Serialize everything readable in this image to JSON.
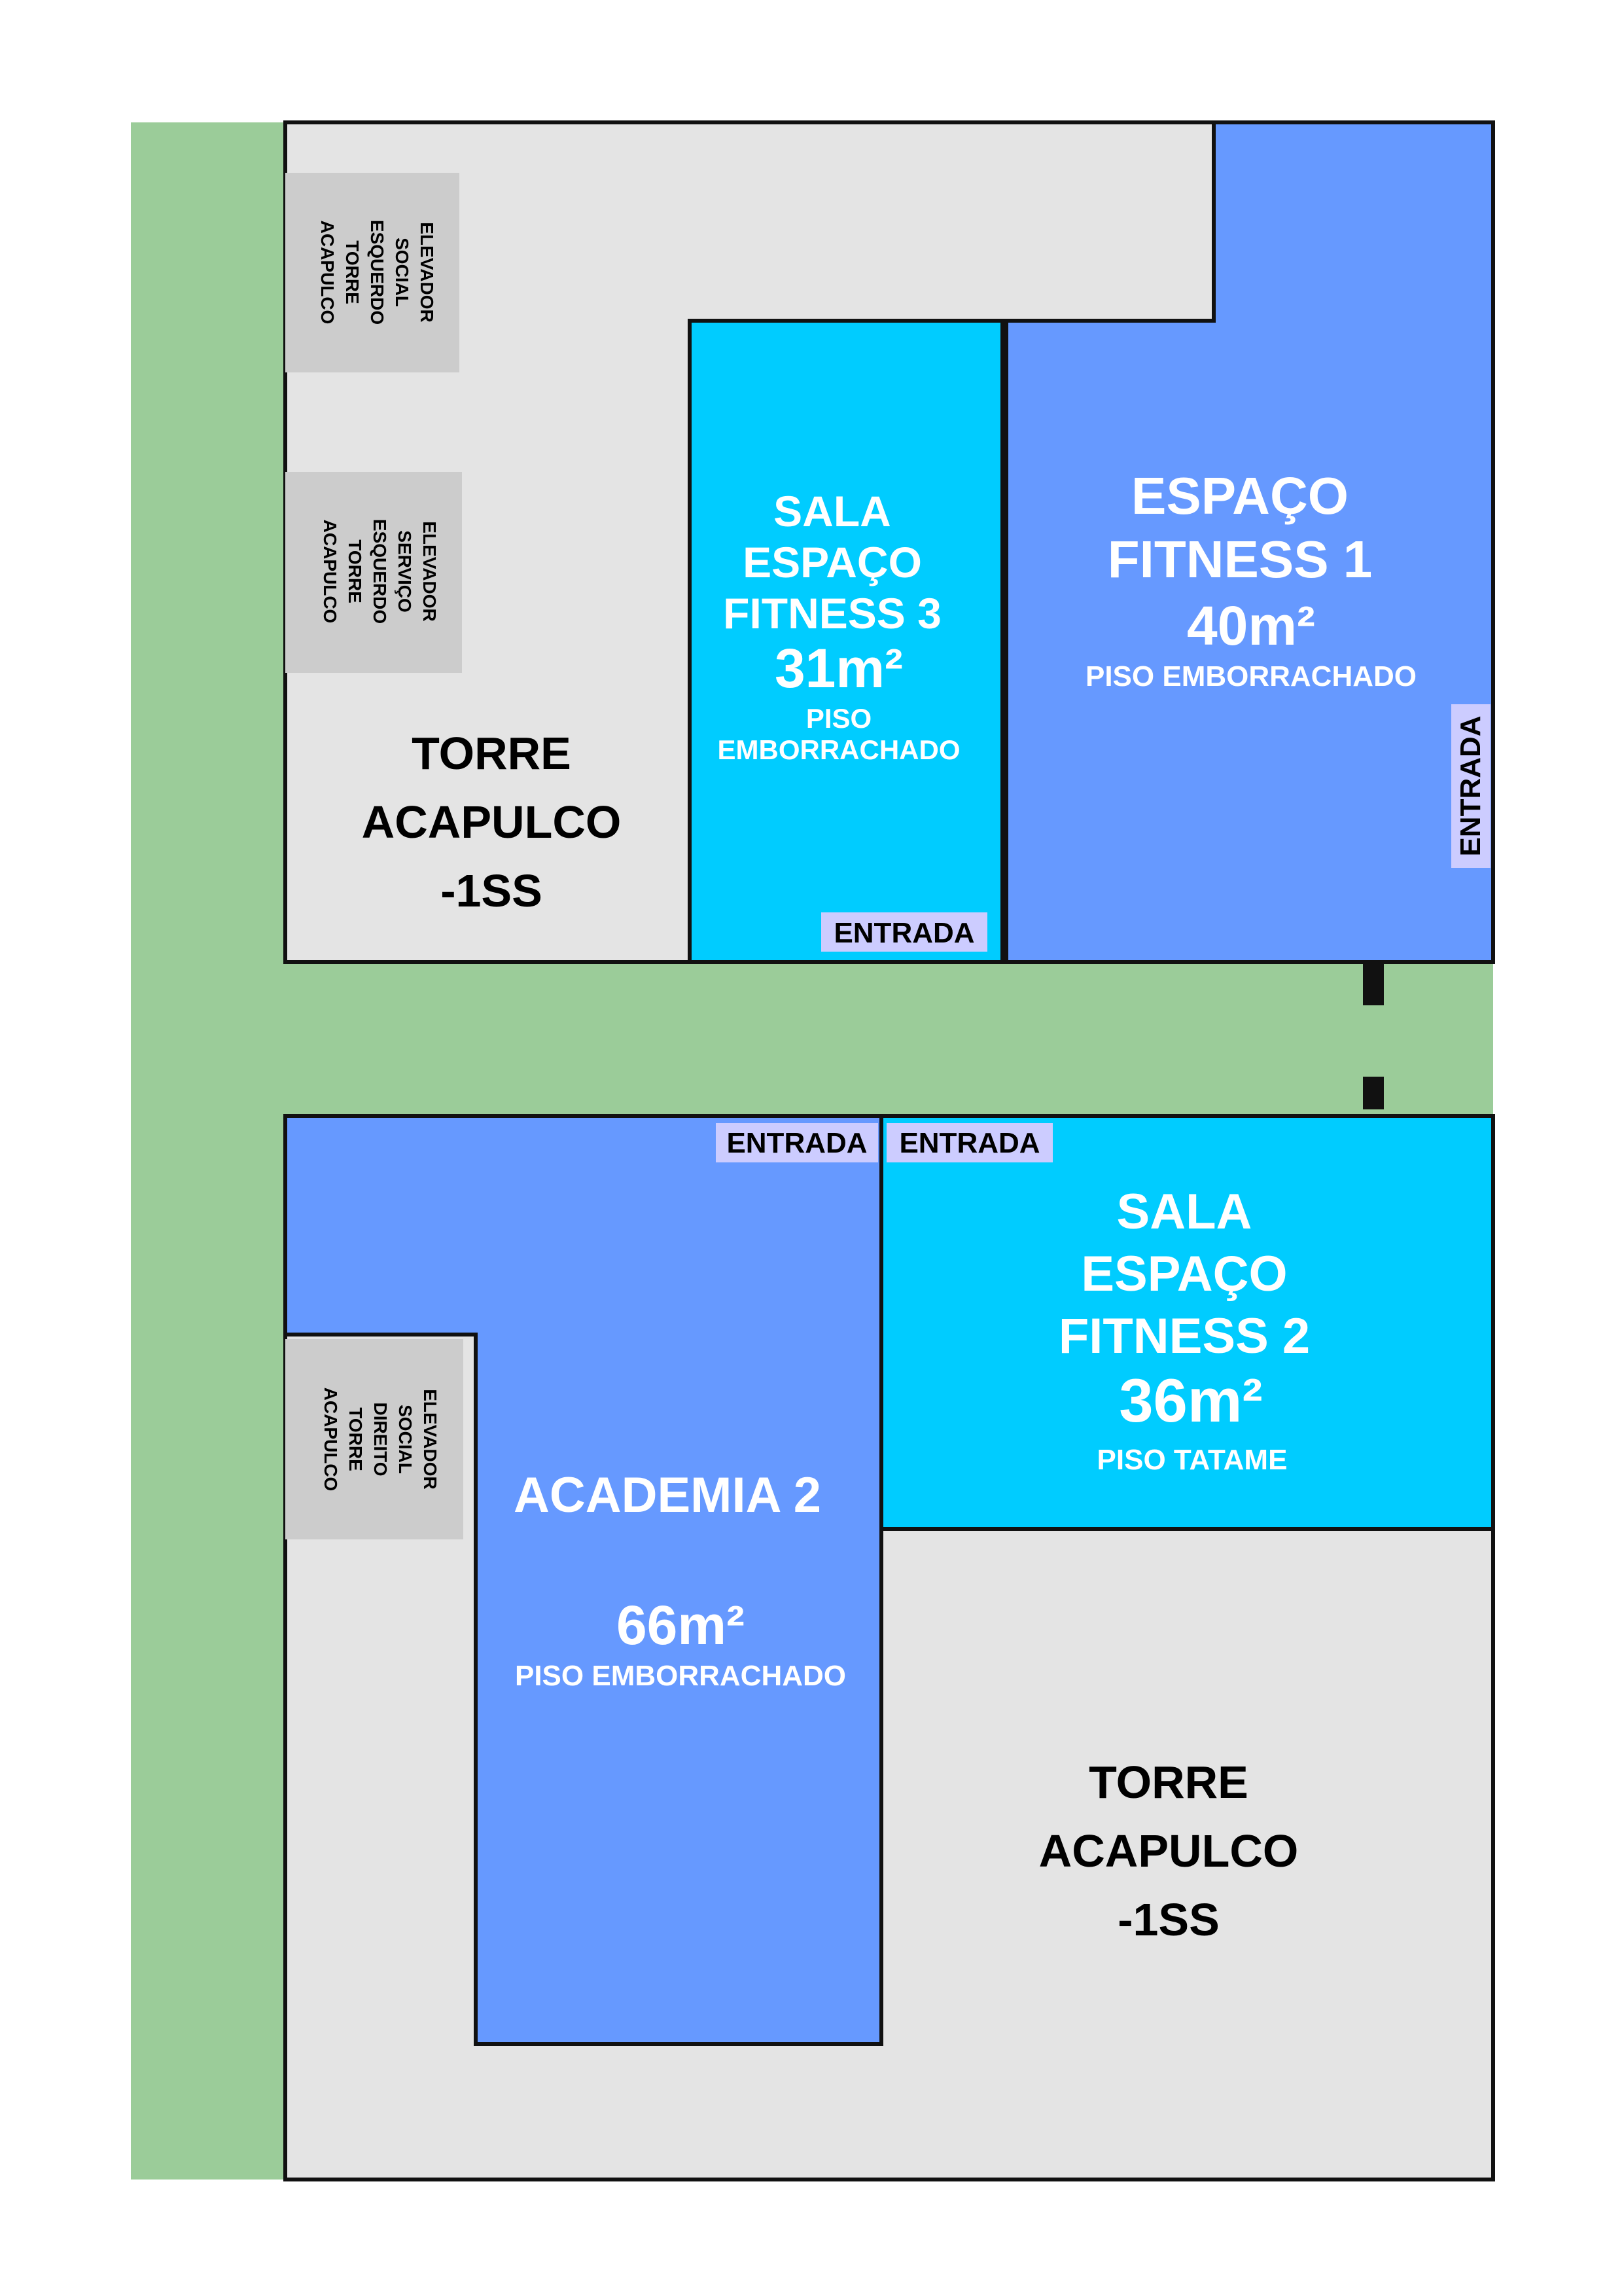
{
  "colors": {
    "corridor": "#9bcc99",
    "tower": "#e4e4e4",
    "elevator": "#cccccc",
    "room_blue": "#6699ff",
    "room_cyan": "#00ccff",
    "entry_tag": "#ccccff",
    "outline": "#111111",
    "text_white": "#ffffff",
    "text_black": "#000000"
  },
  "upper_block": {
    "tower_label": [
      "TORRE",
      "ACAPULCO",
      "-1SS"
    ],
    "elevator_social_left": [
      "ELEVADOR",
      "SOCIAL",
      "ESQUERDO",
      "TORRE",
      "ACAPULCO"
    ],
    "elevator_service_left": [
      "ELEVADOR",
      "SERVIÇO",
      "ESQUERDO",
      "TORRE",
      "ACAPULCO"
    ],
    "room_fitness3": {
      "name_lines": [
        "SALA",
        "ESPAÇO",
        "FITNESS 3"
      ],
      "area": "31m²",
      "floor_lines": [
        "PISO",
        "EMBORRACHADO"
      ],
      "entry": "ENTRADA"
    },
    "room_fitness1": {
      "name_lines": [
        "ESPAÇO",
        "FITNESS 1"
      ],
      "area": "40m²",
      "floor": "PISO EMBORRACHADO",
      "entry": "ENTRADA"
    }
  },
  "lower_block": {
    "tower_label": [
      "TORRE",
      "ACAPULCO",
      "-1SS"
    ],
    "elevator_social_right": [
      "ELEVADOR",
      "SOCIAL",
      "DIREITO",
      "TORRE",
      "ACAPULCO"
    ],
    "room_academia2": {
      "name": "ACADEMIA 2",
      "area": "66m²",
      "floor": "PISO EMBORRACHADO",
      "entry": "ENTRADA"
    },
    "room_fitness2": {
      "name_lines": [
        "SALA",
        "ESPAÇO",
        "FITNESS 2"
      ],
      "area": "36m²",
      "floor": "PISO TATAME",
      "entry": "ENTRADA"
    }
  }
}
